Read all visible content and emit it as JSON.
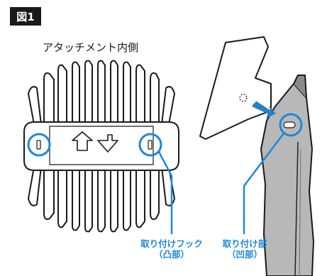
{
  "figure_label": "図1",
  "attachment_caption": "アタッチメント内側",
  "callouts": {
    "hook": {
      "line1": "取り付けフック",
      "line2": "（凸部）"
    },
    "mount": {
      "line1": "取り付け部",
      "line2": "（凹部）"
    }
  },
  "colors": {
    "highlight": "#1e88d8",
    "ink": "#1a1a1a",
    "body_fill": "#b8b8b8",
    "arrow_fill": "#2a7ec2"
  }
}
